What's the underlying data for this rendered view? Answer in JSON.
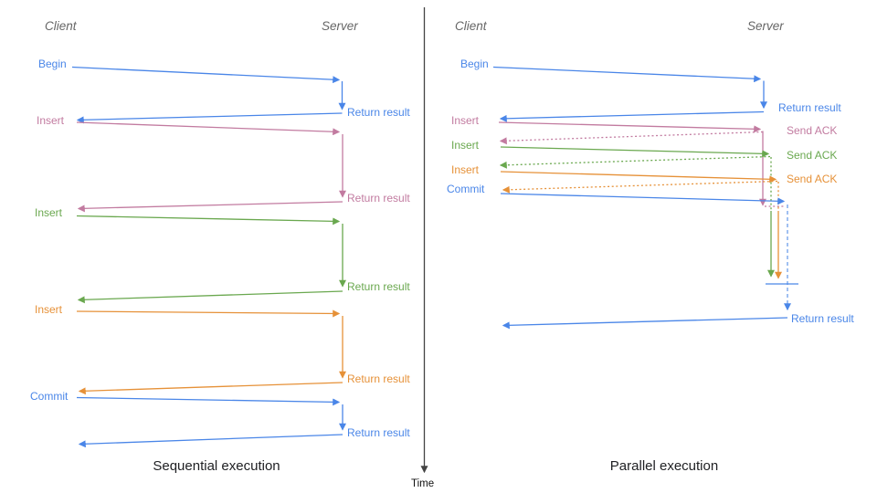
{
  "palette": {
    "blue": "#4a86e8",
    "light_blue": "#6d9eeb",
    "pink": "#c27ba0",
    "green": "#6aa84f",
    "orange": "#e69138",
    "header_gray": "#666666",
    "title_black": "#202124"
  },
  "time_axis": {
    "label": "Time"
  },
  "sequential": {
    "title": "Sequential execution",
    "client_header": "Client",
    "server_header": "Server",
    "operations": [
      {
        "request": "Begin",
        "response": "Return result",
        "color": "blue"
      },
      {
        "request": "Insert",
        "response": "Return result",
        "color": "pink"
      },
      {
        "request": "Insert",
        "response": "Return result",
        "color": "green"
      },
      {
        "request": "Insert",
        "response": "Return result",
        "color": "orange"
      },
      {
        "request": "Commit",
        "response": "Return result",
        "color": "blue"
      }
    ]
  },
  "parallel": {
    "title": "Parallel execution",
    "client_header": "Client",
    "server_header": "Server",
    "operations": [
      {
        "request": "Begin",
        "response": "Return result",
        "color": "blue"
      },
      {
        "request": "Insert",
        "response": "Send ACK",
        "color": "pink"
      },
      {
        "request": "Insert",
        "response": "Send ACK",
        "color": "green"
      },
      {
        "request": "Insert",
        "response": "Send ACK",
        "color": "orange"
      },
      {
        "request": "Commit",
        "response": "Return result",
        "color": "blue"
      }
    ]
  }
}
